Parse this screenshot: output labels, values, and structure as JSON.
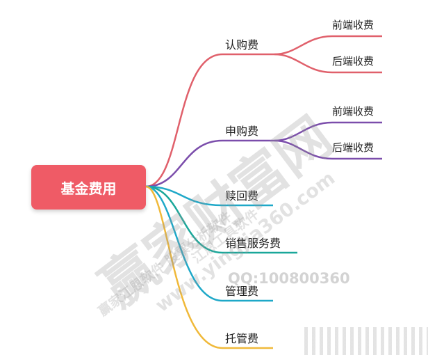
{
  "root": {
    "label": "基金费用"
  },
  "branches": [
    {
      "label": "认购费",
      "color": "#e0606b",
      "children": [
        "前端收费",
        "后端收费"
      ]
    },
    {
      "label": "申购费",
      "color": "#7b4dab",
      "children": [
        "前端收费",
        "后端收费"
      ]
    },
    {
      "label": "赎回费",
      "color": "#1ea8c8",
      "children": []
    },
    {
      "label": "销售服务费",
      "color": "#1aa79a",
      "children": []
    },
    {
      "label": "管理费",
      "color": "#1ea8c8",
      "children": []
    },
    {
      "label": "托管费",
      "color": "#f0b93a",
      "children": []
    }
  ],
  "watermark": {
    "brand": "赢家财富网",
    "url": "www.yingjia360.com",
    "line1": "赢家江恩软件 股票分析软件",
    "line2": "江恩工具软件",
    "qq": "QQ:100800360"
  }
}
